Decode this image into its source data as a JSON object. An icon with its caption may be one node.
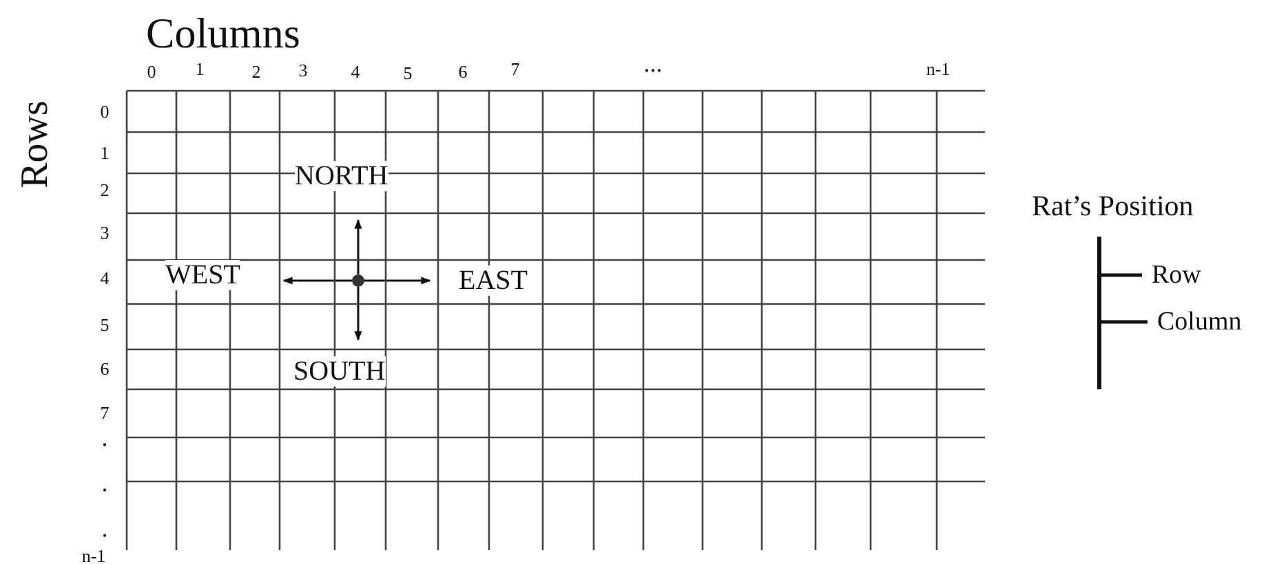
{
  "diagram": {
    "nodes": [
      {
        "text": [
          "NORTH"
        ]
      },
      {
        "text": [
          "WEST"
        ]
      },
      {
        "text": [
          "EAST"
        ]
      },
      {
        "text": [
          "SOUTH"
        ]
      },
      {
        "text": [],
        "shape": "circle"
      },
      {
        "text": [
          "Rat’s Position"
        ]
      },
      {
        "text": [
          "Row"
        ]
      },
      {
        "text": [
          "Column"
        ]
      }
    ],
    "edges": [
      {
        "from": 4,
        "to": 0,
        "arrow": "to"
      },
      {
        "from": 4,
        "to": 1,
        "arrow": "to"
      },
      {
        "from": 4,
        "to": 2,
        "arrow": "to"
      },
      {
        "from": 4,
        "to": 3,
        "arrow": "to"
      },
      {
        "from": 5,
        "to": 6,
        "arrow": "none",
        "style": "thick"
      },
      {
        "from": 5,
        "to": 7,
        "arrow": "none",
        "style": "thick"
      }
    ],
    "labels": [
      "Columns",
      "0",
      "1",
      "2",
      "3",
      "4",
      "5",
      "6",
      "7",
      "...",
      "n-1",
      "Rows",
      "0",
      "1",
      "2",
      "3",
      "4",
      "5",
      "6",
      "7",
      ".",
      ".",
      ".",
      "n-1"
    ]
  }
}
